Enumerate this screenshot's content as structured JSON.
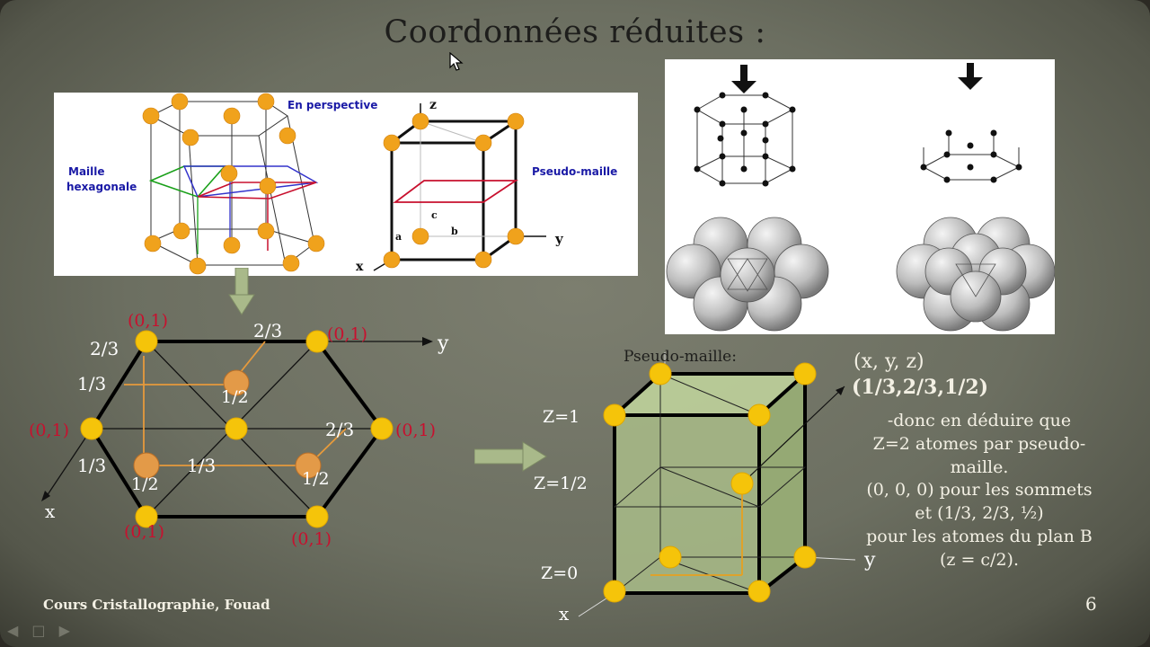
{
  "slide": {
    "title": "Coordonnées réduites :",
    "footer": "Cours Cristallographie, Fouad",
    "page_number": "6"
  },
  "top_left_image": {
    "label_perspective": "En perspective",
    "label_maille_1": "Maille",
    "label_maille_2": "hexagonale",
    "label_pseudo": "Pseudo-maille",
    "axis_z": "z",
    "axis_y": "y",
    "axis_x": "x",
    "vec_a": "a",
    "vec_b": "b",
    "vec_c": "c"
  },
  "hexagon": {
    "axis_y": "y",
    "axis_x": "x",
    "labels": {
      "top_left_coord": "(0,1)",
      "top_right_coord": "(0,1)",
      "left_coord": "(0,1)",
      "right_coord": "(0,1)",
      "bottom_left_coord": "(0,1)",
      "bottom_right_coord": "(0,1)",
      "two_thirds_top_left": "2/3",
      "two_thirds_top": "2/3",
      "one_third_left_upper": "1/3",
      "half_upper": "1/2",
      "two_thirds_right": "2/3",
      "one_third_left_lower": "1/3",
      "half_lower_left": "1/2",
      "one_third_middle": "1/3",
      "half_lower_right": "1/2"
    }
  },
  "pseudo_maille": {
    "title": "Pseudo-maille:",
    "z1": "Z=1",
    "z_half": "Z=1/2",
    "z0": "Z=0",
    "axis_y": "y",
    "axis_x": "x"
  },
  "explanation": {
    "coords_label": "(x, y, z)",
    "coords_value": "(1/3,2/3,1/2)",
    "lines": [
      "-donc en déduire que",
      "Z=2 atomes par pseudo-",
      "maille.",
      "(0, 0, 0) pour les sommets",
      "et  (1/3, 2/3, ½)",
      "pour les atomes du plan B",
      "(z = c/2)."
    ]
  },
  "colors": {
    "atom": "#f0a21c",
    "atom_yellow": "#f5c40a",
    "accent_red": "#c8102e",
    "blue_label": "#1a1aa6",
    "bg": "#6f7264"
  }
}
